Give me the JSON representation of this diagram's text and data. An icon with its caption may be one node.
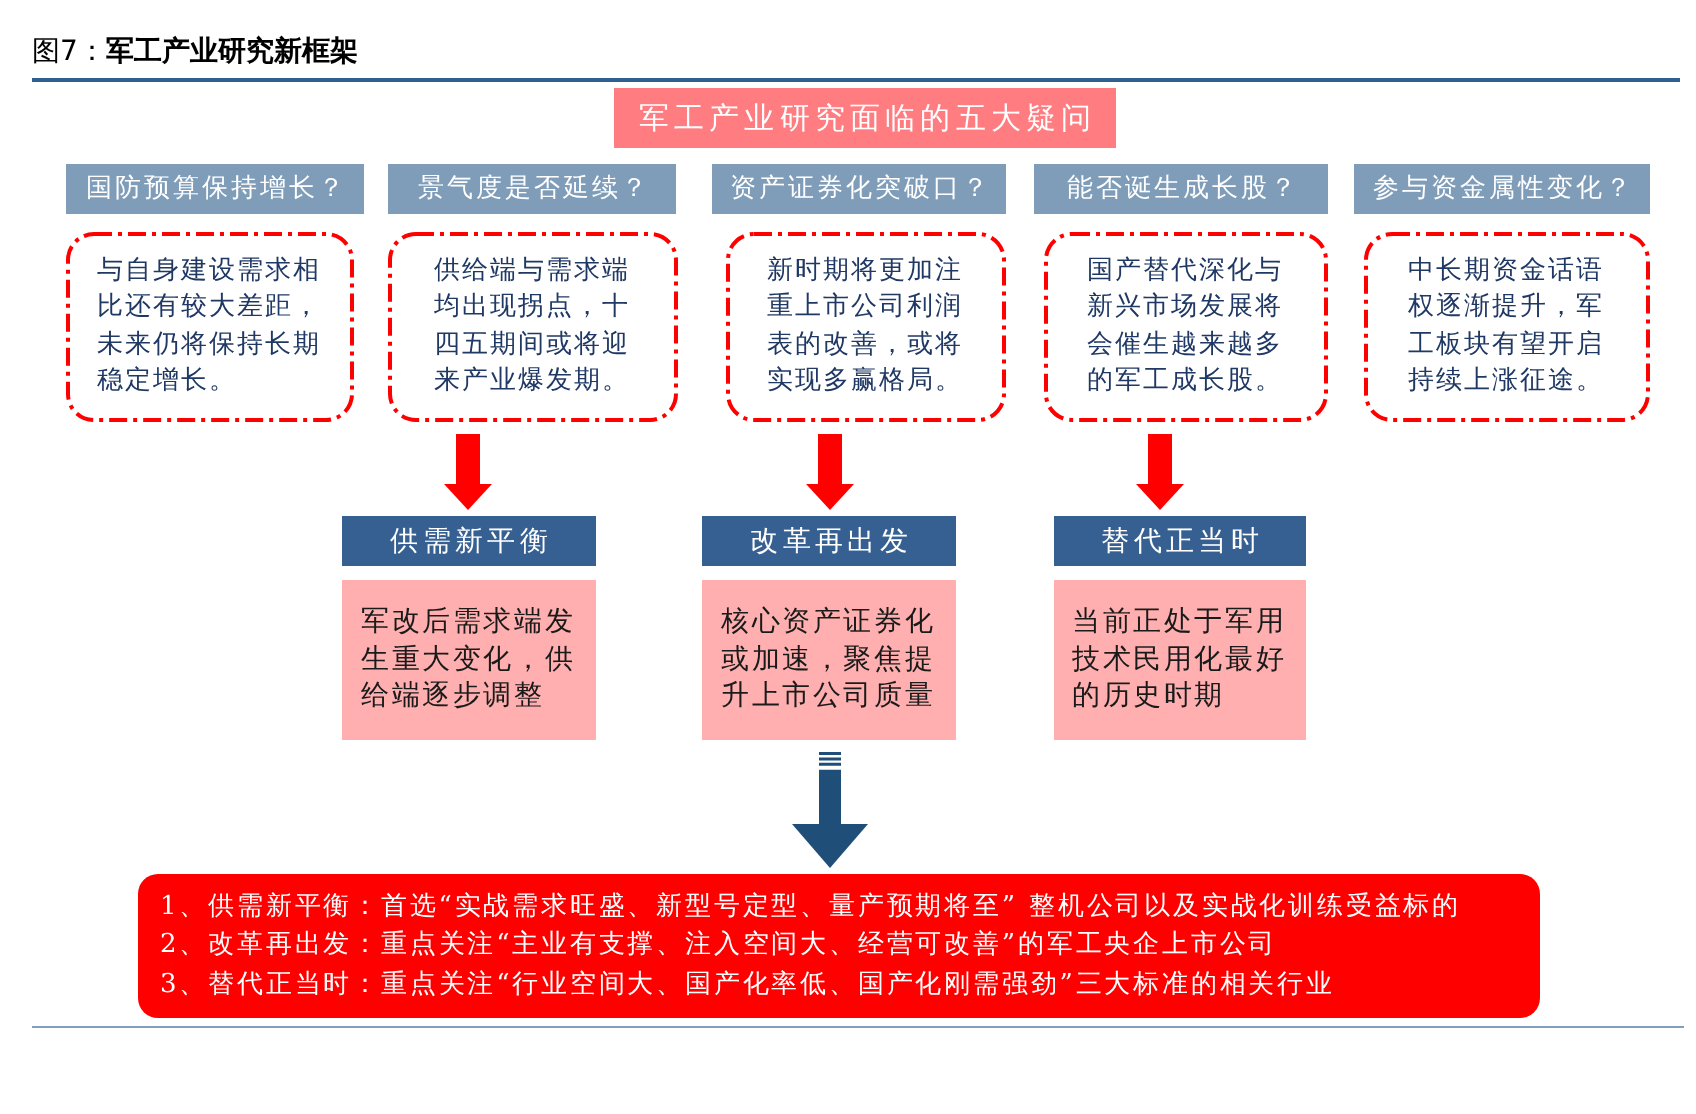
{
  "diagram": {
    "title": "图7：**军工产业研究新框架**",
    "nodes": [
      {
        "text": [
          "军工产业研究面临的五大疑问"
        ]
      },
      {
        "text": [
          "国防预算保持增长？"
        ]
      },
      {
        "text": [
          "景气度是否延续？"
        ]
      },
      {
        "text": [
          "资产证券化突破口？"
        ]
      },
      {
        "text": [
          "能否诞生成长股？"
        ]
      },
      {
        "text": [
          "参与资金属性变化？"
        ]
      },
      {
        "text": [
          "与自身建设需求相比还有较大差距，未来仍将保持长期稳定增长。"
        ]
      },
      {
        "text": [
          "供给端与需求端均出现拐点，十四五期间或将迎来产业爆发期。"
        ]
      },
      {
        "text": [
          "新时期将更加注重上市公司利润表的改善，或将实现多赢格局。"
        ]
      },
      {
        "text": [
          "国产替代深化与新兴市场发展将会催生越来越多的军工成长股。"
        ]
      },
      {
        "text": [
          "中长期资金话语权逐渐提升，军工板块有望开启持续上涨征途。"
        ]
      },
      {
        "text": [
          "供需新平衡"
        ]
      },
      {
        "text": [
          "改革再出发"
        ]
      },
      {
        "text": [
          "替代正当时"
        ]
      },
      {
        "text": [
          "军改后需求端发生重大变化，供给端逐步调整"
        ]
      },
      {
        "text": [
          "核心资产证券化或加速，聚焦提升上市公司质量"
        ]
      },
      {
        "text": [
          "当前正处于军用技术民用化最好的历史时期"
        ]
      },
      {
        "text": [
          "1、供需新平衡：首选“实战需求旺盛、新型号定型、量产预期将至” 整机公司以及实战化训练受益标的",
          "2、改革再出发：重点关注“主业有支撑、注入空间大、经营可改善”的军工央企上市公司",
          "3、替代正当时：重点关注“行业空间大、国产化率低、国产化刚需强劲”三大标准的相关行业"
        ]
      }
    ],
    "edges": [
      {
        "from": 7,
        "to": 11,
        "arrow": "to"
      },
      {
        "from": 8,
        "to": 12,
        "arrow": "to"
      },
      {
        "from": 9,
        "to": 13,
        "arrow": "to"
      },
      {
        "from": 15,
        "to": 17,
        "arrow": "to",
        "color": "#1f4e79"
      }
    ]
  }
}
